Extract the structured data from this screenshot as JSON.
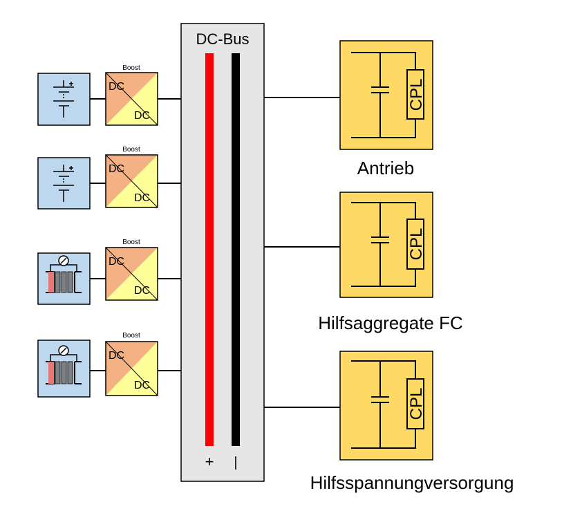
{
  "bus": {
    "title": "DC-Bus",
    "plus_label": "+",
    "minus_label": "|",
    "plus_color": "#ff0000",
    "minus_color": "#000000",
    "fill": "#e7e6e6"
  },
  "sources": [
    {
      "kind": "battery",
      "icon": "battery-icon",
      "converter": {
        "label": "Boost",
        "in": "DC",
        "out": "DC"
      }
    },
    {
      "kind": "battery",
      "icon": "battery-icon",
      "converter": {
        "label": "Boost",
        "in": "DC",
        "out": "DC"
      }
    },
    {
      "kind": "fuel_cell",
      "icon": "fuel-cell-icon",
      "converter": {
        "label": "Boost",
        "in": "DC",
        "out": "DC"
      }
    },
    {
      "kind": "fuel_cell",
      "icon": "fuel-cell-icon",
      "converter": {
        "label": "Boost",
        "in": "DC",
        "out": "DC"
      }
    }
  ],
  "loads": [
    {
      "label": "Antrieb",
      "cpl_label": "CPL",
      "icon": "capacitor-icon"
    },
    {
      "label": "Hilfsaggregate FC",
      "cpl_label": "CPL",
      "icon": "capacitor-icon"
    },
    {
      "label": "Hilfsspannungversorgung",
      "cpl_label": "CPL",
      "icon": "capacitor-icon"
    }
  ],
  "colors": {
    "source_fill": "#bdd7ee",
    "converter_top": "#f4b183",
    "converter_bottom": "#ffff99",
    "load_fill": "#ffd966",
    "outline": "#000000",
    "fc_red": "#e87878",
    "fc_gray": "#808080"
  }
}
